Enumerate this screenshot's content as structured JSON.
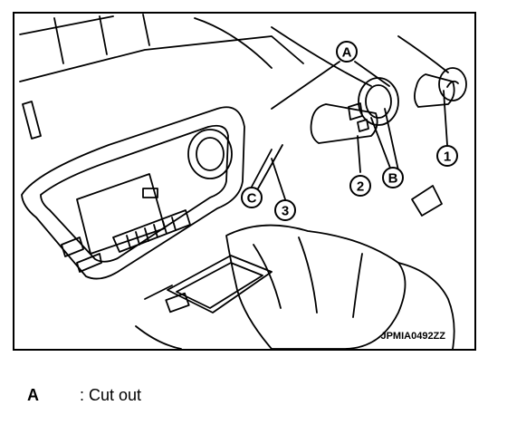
{
  "figure": {
    "code": "JPMIA0492ZZ",
    "callouts": {
      "A": "A",
      "B": "B",
      "C": "C",
      "n1": "1",
      "n2": "2",
      "n3": "3"
    }
  },
  "legend": {
    "key": "A",
    "text": ": Cut out"
  }
}
